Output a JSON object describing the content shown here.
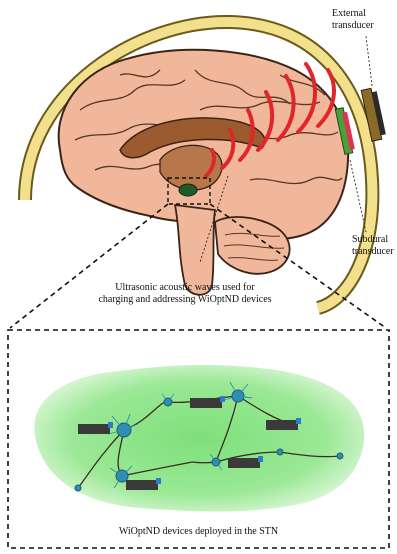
{
  "labels": {
    "external_transducer": [
      "External",
      "transducer"
    ],
    "subdural_transducer": [
      "Subdural",
      "transducer"
    ],
    "ultrasonic_caption": [
      "Ultrasonic acoustic waves used for",
      "charging and addressing WiOptND devices"
    ],
    "stn_caption": "WiOptND devices deployed in the STN"
  },
  "colors": {
    "skull": "#f2e08c",
    "skull_edge": "#6b5a1a",
    "brain": "#f1b79a",
    "brain_edge": "#3a2418",
    "deep_structure": "#9c5b2e",
    "acoustic_waves": "#e0262a",
    "stn_region": "#8ee28a",
    "device": "#3a3a3a",
    "device_accent": "#2b7ccf",
    "neuron": "#2f8fb0"
  }
}
